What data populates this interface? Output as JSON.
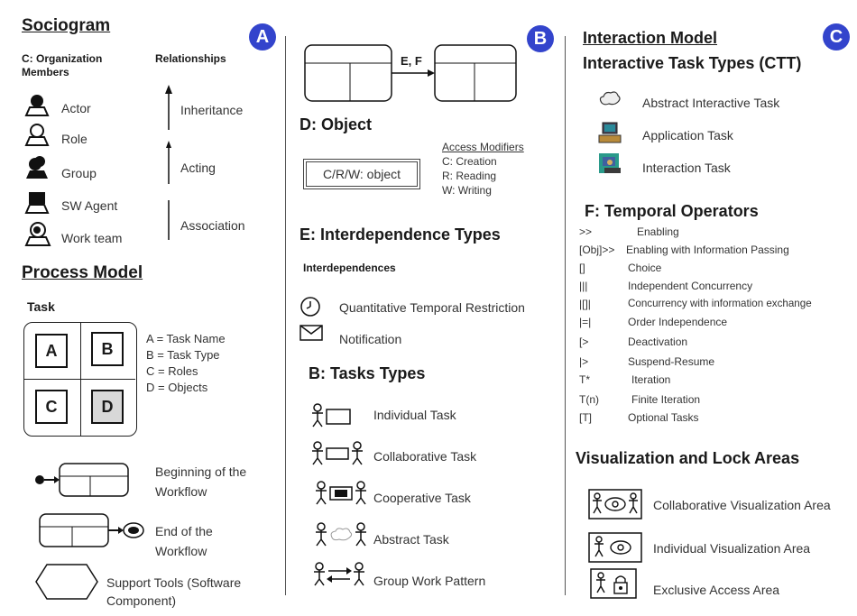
{
  "panel_a": {
    "badge": "A",
    "sociogram_title": "Sociogram",
    "org_members_title": "C: Organization Members",
    "relationships_title": "Relationships",
    "members": [
      {
        "label": "Actor",
        "icon": "actor-icon"
      },
      {
        "label": "Role",
        "icon": "role-icon"
      },
      {
        "label": "Group",
        "icon": "group-icon"
      },
      {
        "label": "SW Agent",
        "icon": "sw-agent-icon"
      },
      {
        "label": "Work team",
        "icon": "work-team-icon"
      }
    ],
    "relationships": [
      {
        "label": "Inheritance"
      },
      {
        "label": "Acting"
      },
      {
        "label": "Association"
      }
    ],
    "process_title": "Process Model",
    "task_title": "Task",
    "task_cells": [
      "A",
      "B",
      "C",
      "D"
    ],
    "task_legend": [
      "A = Task Name",
      "B = Task Type",
      "C = Roles",
      "D = Objects"
    ],
    "begin_label": "Beginning of the Workflow",
    "end_label": "End of the Workflow",
    "support_label": "Support Tools (Software Component)"
  },
  "panel_b": {
    "badge": "B",
    "flow_label": "E, F",
    "object_title": "D: Object",
    "object_box": "C/R/W: object",
    "access_title": "Access Modifiers",
    "access_items": [
      "C: Creation",
      "R: Reading",
      "W: Writing"
    ],
    "interdep_title": "E: Interdependence Types",
    "interdep_sub": "Interdependences",
    "interdep_items": [
      {
        "label": "Quantitative Temporal Restriction",
        "icon": "clock-icon"
      },
      {
        "label": "Notification",
        "icon": "envelope-icon"
      }
    ],
    "tasks_title": "B: Tasks Types",
    "tasks_items": [
      {
        "label": "Individual Task",
        "icon": "individual-task-icon"
      },
      {
        "label": "Collaborative Task",
        "icon": "collaborative-task-icon"
      },
      {
        "label": "Cooperative Task",
        "icon": "cooperative-task-icon"
      },
      {
        "label": "Abstract Task",
        "icon": "abstract-task-icon"
      },
      {
        "label": "Group Work Pattern",
        "icon": "group-work-pattern-icon"
      }
    ]
  },
  "panel_c": {
    "badge": "C",
    "interaction_title": "Interaction Model",
    "ctt_title": "Interactive Task Types (CTT)",
    "ctt_items": [
      {
        "label": "Abstract Interactive Task",
        "icon": "cloud-icon"
      },
      {
        "label": "Application Task",
        "icon": "computer-icon"
      },
      {
        "label": "Interaction Task",
        "icon": "user-computer-icon"
      }
    ],
    "temporal_title": "F: Temporal Operators",
    "operators": [
      {
        "sym": ">>",
        "label": "Enabling"
      },
      {
        "sym": "[Obj]>>",
        "label": "Enabling with Information Passing"
      },
      {
        "sym": "[]",
        "label": "Choice"
      },
      {
        "sym": "|||",
        "label": "Independent Concurrency"
      },
      {
        "sym": "|[]|",
        "label": "Concurrency with information exchange"
      },
      {
        "sym": "|=|",
        "label": "Order Independence"
      },
      {
        "sym": "[>",
        "label": "Deactivation"
      },
      {
        "sym": "|>",
        "label": "Suspend-Resume"
      },
      {
        "sym": "T*",
        "label": "Iteration"
      },
      {
        "sym": "T(n)",
        "label": "Finite Iteration"
      },
      {
        "sym": "[T]",
        "label": "Optional Tasks"
      }
    ],
    "vis_title": "Visualization and Lock Areas",
    "vis_items": [
      {
        "label": "Collaborative Visualization Area",
        "icon": "collaborative-visualization-icon"
      },
      {
        "label": "Individual Visualization Area",
        "icon": "individual-visualization-icon"
      },
      {
        "label": "Exclusive Access Area",
        "icon": "exclusive-access-icon"
      }
    ]
  },
  "colors": {
    "badge": "#3344cc",
    "ink": "#1a1a1a",
    "shade": "#d8d8d8"
  }
}
